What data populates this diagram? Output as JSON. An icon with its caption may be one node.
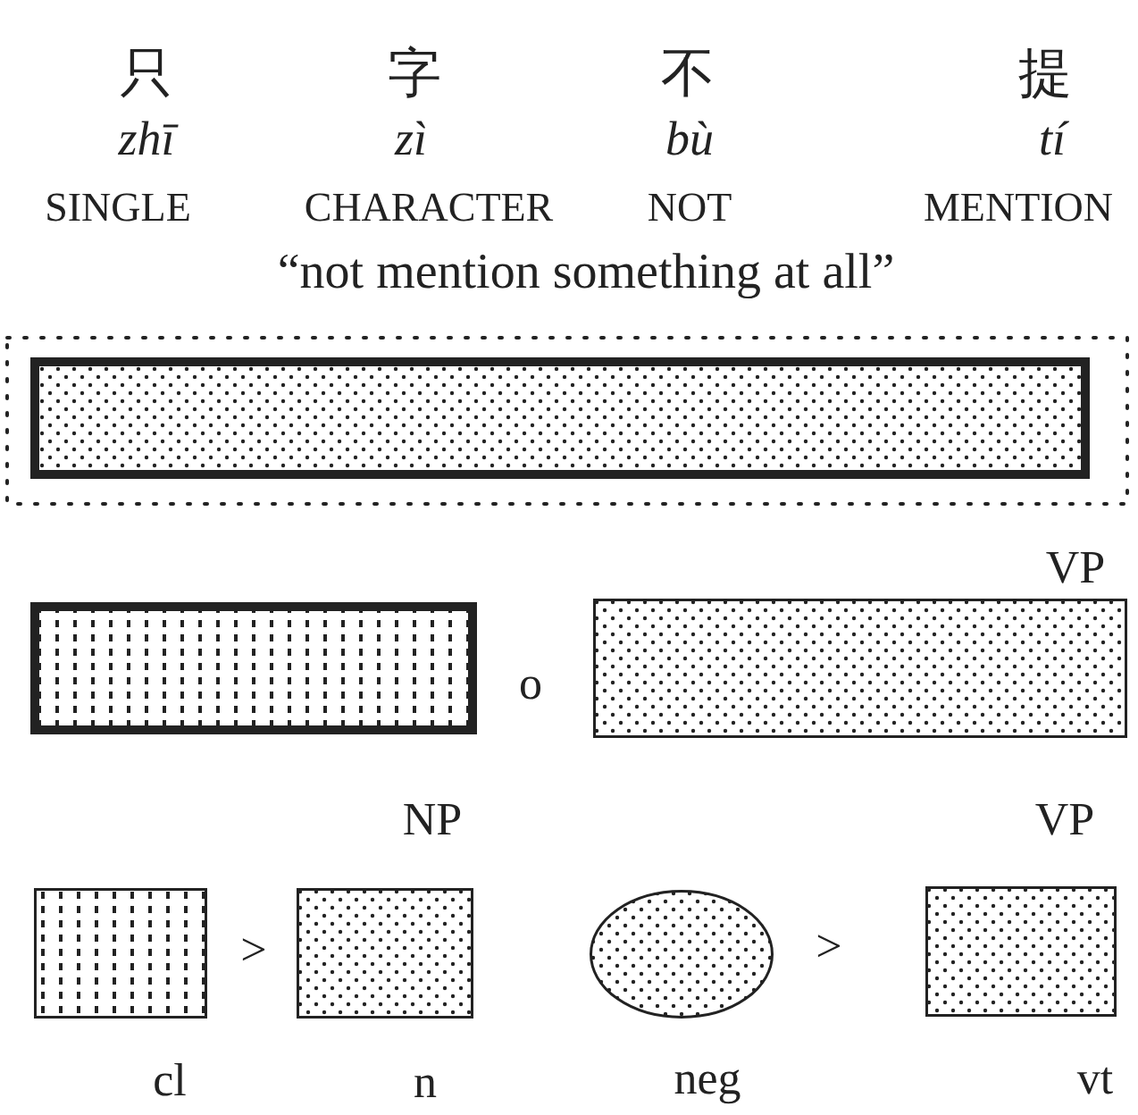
{
  "diagram": {
    "nodes": [
      {
        "text": [],
        "shape": "box"
      },
      {
        "text": [],
        "shape": "bar",
        "in": 0
      },
      {
        "text": [],
        "shape": "box"
      },
      {
        "text": [],
        "shape": "box"
      },
      {
        "text": [],
        "shape": "box"
      },
      {
        "text": [],
        "shape": "box"
      },
      {
        "text": [],
        "shape": "ellipse"
      },
      {
        "text": [],
        "shape": "box"
      }
    ],
    "labels": [
      "只",
      "字",
      "不",
      "提",
      "zhī",
      "zì",
      "bù",
      "tí",
      "SINGLE",
      "CHARACTER",
      "NOT",
      "MENTION",
      "“not mention something at all”",
      "VP",
      "o",
      "NP",
      "VP",
      ">",
      ">",
      "cl",
      "n",
      "neg",
      "vt"
    ]
  }
}
